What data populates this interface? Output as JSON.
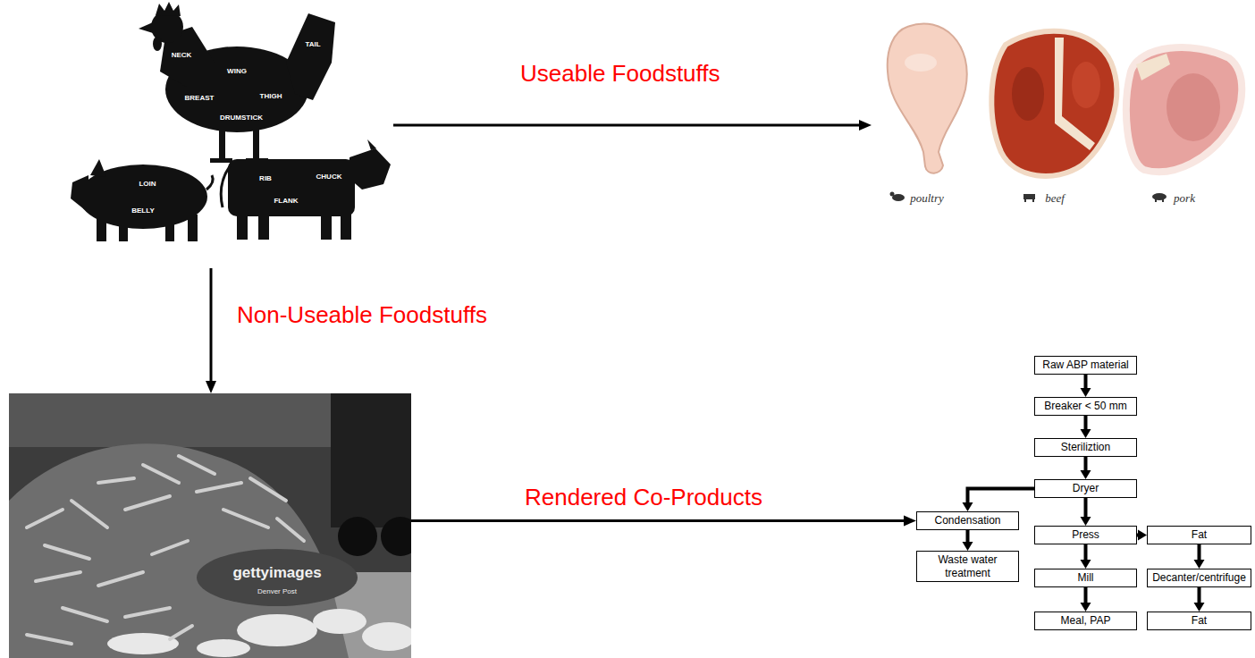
{
  "diagram": {
    "nodes": [
      {
        "text": [
          "NECK",
          "WING",
          "TAIL",
          "BREAST",
          "THIGH",
          "DRUMSTICK",
          "LOIN",
          "BELLY",
          "RIB",
          "CHUCK",
          "FLANK"
        ]
      },
      {
        "text": [
          "poultry",
          "beef",
          "pork"
        ]
      },
      {
        "text": [
          "gettyimages",
          "Denver Post"
        ]
      },
      {
        "text": [
          "Raw ABP material"
        ]
      },
      {
        "text": [
          "Breaker < 50 mm"
        ]
      },
      {
        "text": [
          "Steriliztion"
        ]
      },
      {
        "text": [
          "Dryer"
        ]
      },
      {
        "text": [
          "Condensation"
        ]
      },
      {
        "text": [
          "Press"
        ]
      },
      {
        "text": [
          "Fat"
        ]
      },
      {
        "text": [
          "Waste water treatment"
        ]
      },
      {
        "text": [
          "Mill"
        ]
      },
      {
        "text": [
          "Decanter/centrifuge"
        ]
      },
      {
        "text": [
          "Meal, PAP"
        ]
      },
      {
        "text": [
          "Fat"
        ]
      }
    ],
    "edges": [
      {
        "from": 0,
        "to": 1,
        "label": "Useable Foodstuffs",
        "arrow": "to"
      },
      {
        "from": 0,
        "to": 2,
        "label": "Non-Useable Foodstuffs",
        "arrow": "to"
      },
      {
        "from": 2,
        "to": 7,
        "label": "Rendered Co-Products",
        "arrow": "to"
      },
      {
        "from": 3,
        "to": 4,
        "arrow": "to"
      },
      {
        "from": 4,
        "to": 5,
        "arrow": "to"
      },
      {
        "from": 5,
        "to": 6,
        "arrow": "to"
      },
      {
        "from": 6,
        "to": 7,
        "arrow": "to"
      },
      {
        "from": 6,
        "to": 8,
        "arrow": "to"
      },
      {
        "from": 7,
        "to": 10,
        "arrow": "to"
      },
      {
        "from": 8,
        "to": 9,
        "arrow": "to"
      },
      {
        "from": 8,
        "to": 11,
        "arrow": "to"
      },
      {
        "from": 11,
        "to": 13,
        "arrow": "to"
      },
      {
        "from": 9,
        "to": 12,
        "arrow": "to"
      },
      {
        "from": 12,
        "to": 14,
        "arrow": "to"
      }
    ]
  }
}
